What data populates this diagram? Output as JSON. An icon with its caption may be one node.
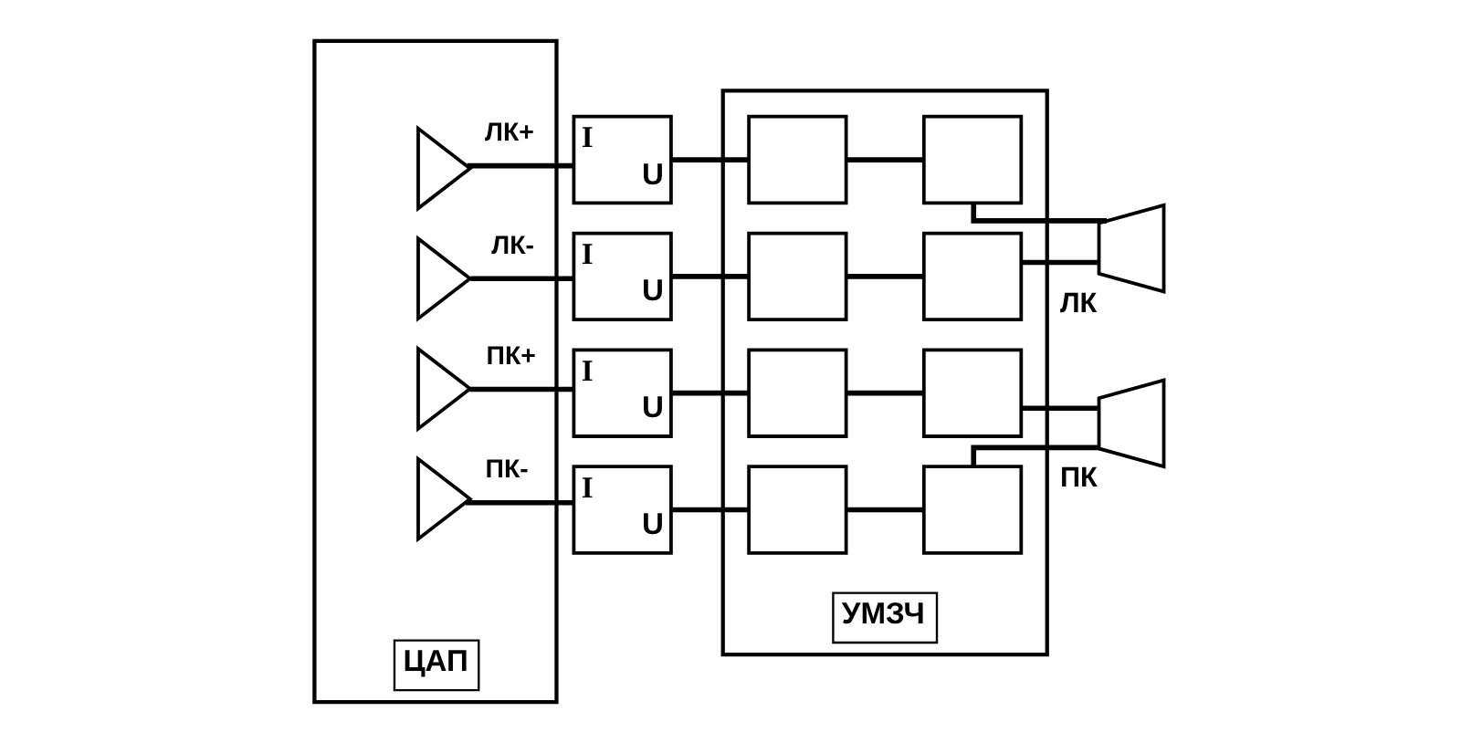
{
  "diagram": {
    "nodes": [
      {
        "text": [
          "ЦАП"
        ]
      },
      {
        "text": [],
        "shape": "triangle",
        "in": 0,
        "beside": [
          "ЛК+"
        ]
      },
      {
        "text": [],
        "shape": "triangle",
        "in": 0,
        "beside": [
          "ЛК-"
        ]
      },
      {
        "text": [],
        "shape": "triangle",
        "in": 0,
        "beside": [
          "ПК+"
        ]
      },
      {
        "text": [],
        "shape": "triangle",
        "in": 0,
        "beside": [
          "ПК-"
        ]
      },
      {
        "text": [
          "I",
          "U"
        ]
      },
      {
        "text": [
          "I",
          "U"
        ]
      },
      {
        "text": [
          "I",
          "U"
        ]
      },
      {
        "text": [
          "I",
          "U"
        ]
      },
      {
        "text": [
          "УМЗЧ"
        ]
      },
      {
        "text": [],
        "shape": "box",
        "in": 9
      },
      {
        "text": [],
        "shape": "box",
        "in": 9
      },
      {
        "text": [],
        "shape": "box",
        "in": 9
      },
      {
        "text": [],
        "shape": "box",
        "in": 9
      },
      {
        "text": [],
        "shape": "box",
        "in": 9
      },
      {
        "text": [],
        "shape": "box",
        "in": 9
      },
      {
        "text": [],
        "shape": "box",
        "in": 9
      },
      {
        "text": [],
        "shape": "box",
        "in": 9
      },
      {
        "text": [],
        "shape": "speaker",
        "beside": [
          "ЛК"
        ]
      },
      {
        "text": [],
        "shape": "speaker",
        "beside": [
          "ПК"
        ]
      }
    ],
    "edges": [
      {
        "from": 1,
        "to": 5,
        "arrow": "none"
      },
      {
        "from": 2,
        "to": 6,
        "arrow": "none"
      },
      {
        "from": 3,
        "to": 7,
        "arrow": "none"
      },
      {
        "from": 4,
        "to": 8,
        "arrow": "none"
      },
      {
        "from": 5,
        "to": 10,
        "arrow": "none"
      },
      {
        "from": 6,
        "to": 11,
        "arrow": "none"
      },
      {
        "from": 7,
        "to": 12,
        "arrow": "none"
      },
      {
        "from": 8,
        "to": 13,
        "arrow": "none"
      },
      {
        "from": 10,
        "to": 14,
        "arrow": "none"
      },
      {
        "from": 11,
        "to": 15,
        "arrow": "none"
      },
      {
        "from": 12,
        "to": 16,
        "arrow": "none"
      },
      {
        "from": 13,
        "to": 17,
        "arrow": "none"
      },
      {
        "from": 14,
        "to": 18,
        "arrow": "none"
      },
      {
        "from": 15,
        "to": 18,
        "arrow": "none"
      },
      {
        "from": 16,
        "to": 19,
        "arrow": "none"
      },
      {
        "from": 17,
        "to": 19,
        "arrow": "none"
      }
    ]
  }
}
